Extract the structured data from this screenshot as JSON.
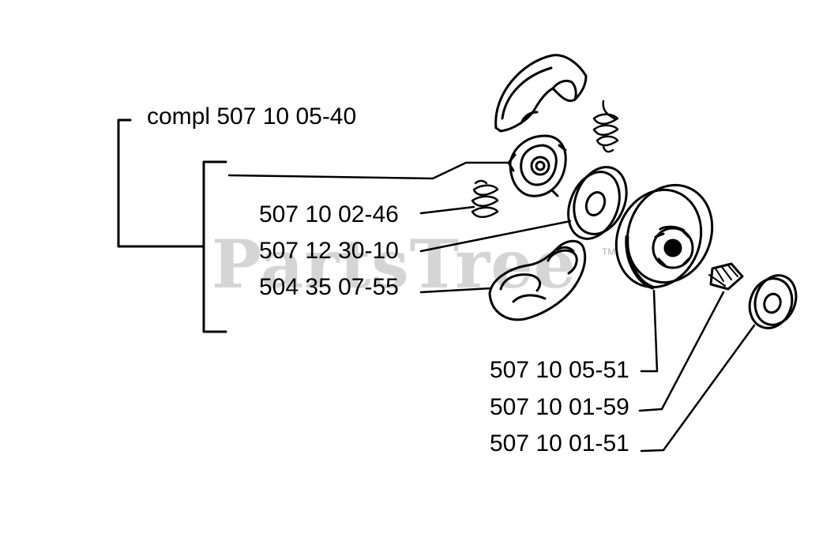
{
  "watermark": {
    "text": "PartsTree",
    "trademark": "TM"
  },
  "callouts": {
    "assembly": "compl 507 10 05-40",
    "spring": "507 10 02-46",
    "washer": "507 12 30-10",
    "shoe": "504 35 07-55",
    "drum": "507 10 05-51",
    "bearing": "507 10 01-59",
    "outer_washer": "507 10 01-51"
  },
  "colors": {
    "ink": "#000000",
    "watermark": "#c8c8c8",
    "paper": "#ffffff"
  }
}
